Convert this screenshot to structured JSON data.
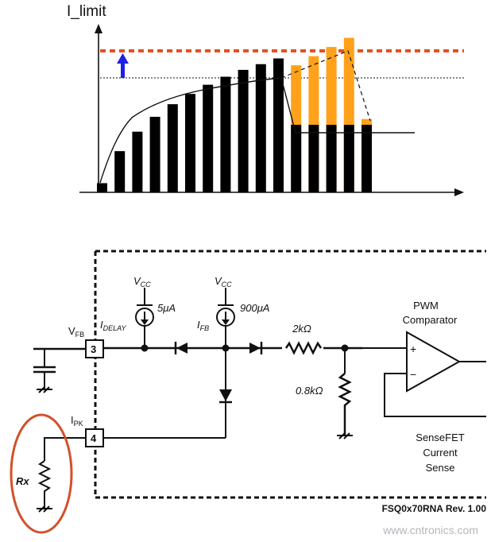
{
  "chart": {
    "y_axis_label": "I_limit",
    "bars": [
      {
        "black": 0.08,
        "orange": 0
      },
      {
        "black": 0.36,
        "orange": 0
      },
      {
        "black": 0.53,
        "orange": 0
      },
      {
        "black": 0.66,
        "orange": 0
      },
      {
        "black": 0.77,
        "orange": 0
      },
      {
        "black": 0.86,
        "orange": 0
      },
      {
        "black": 0.94,
        "orange": 0
      },
      {
        "black": 1.01,
        "orange": 0
      },
      {
        "black": 1.07,
        "orange": 0
      },
      {
        "black": 1.12,
        "orange": 0
      },
      {
        "black": 1.17,
        "orange": 0
      },
      {
        "black": 0.59,
        "orange": 1.11
      },
      {
        "black": 0.59,
        "orange": 1.19
      },
      {
        "black": 0.59,
        "orange": 1.27
      },
      {
        "black": 0.59,
        "orange": 1.35
      },
      {
        "black": 0.59,
        "orange": 0.64
      }
    ],
    "colors": {
      "black_bar": "#000000",
      "orange_bar": "#FFA11A",
      "limit_line": "#E8501E",
      "arrow": "#1E20E6"
    }
  },
  "circuit": {
    "vcc1": "V",
    "vcc1_sub": "CC",
    "vcc2": "V",
    "vcc2_sub": "CC",
    "current1": "5μA",
    "current2": "900μA",
    "idelay": "I",
    "idelay_sub": "DELAY",
    "ifb": "I",
    "ifb_sub": "FB",
    "vfb": "V",
    "vfb_sub": "FB",
    "ipk": "I",
    "ipk_sub": "PK",
    "pin3": "3",
    "pin4": "4",
    "r1": "2kΩ",
    "r2": "0.8kΩ",
    "pwm_line1": "PWM",
    "pwm_line2": "Comparator",
    "plus": "+",
    "minus": "−",
    "sense_line1": "SenseFET",
    "sense_line2": "Current",
    "sense_line3": "Sense",
    "rx": "Rx",
    "revision": "FSQ0x70RNA Rev. 1.00",
    "colors": {
      "rx_circle": "#D4502A"
    }
  },
  "watermark": "www.cntronics.com"
}
